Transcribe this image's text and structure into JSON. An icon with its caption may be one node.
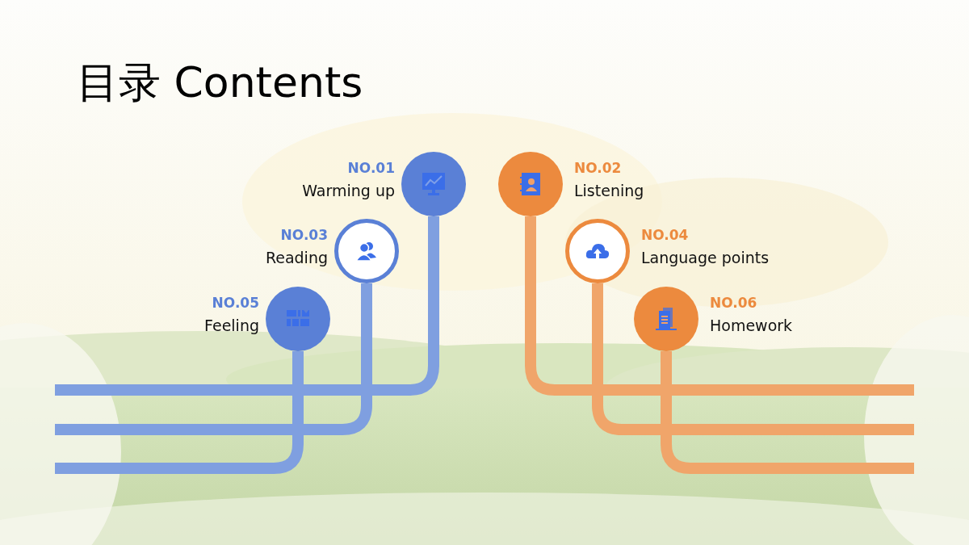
{
  "diagram": {
    "title": "目录 Contents",
    "nodes": [
      {
        "text": [],
        "shape": "circle",
        "beside": [
          "NO.01",
          "Warming up"
        ]
      },
      {
        "text": [],
        "shape": "circle",
        "beside": [
          "NO.02",
          "Listening"
        ]
      },
      {
        "text": [],
        "shape": "circle",
        "beside": [
          "NO.03",
          "Reading"
        ]
      },
      {
        "text": [],
        "shape": "circle",
        "beside": [
          "NO.04",
          "Language  points"
        ]
      },
      {
        "text": [],
        "shape": "circle",
        "beside": [
          "NO.05",
          "Feeling"
        ]
      },
      {
        "text": [],
        "shape": "circle",
        "beside": [
          "NO.06",
          "Homework"
        ]
      }
    ],
    "edges": [
      {
        "from": 0,
        "to": null,
        "arrow": "none",
        "color": "#7f9fe0"
      },
      {
        "from": 1,
        "to": null,
        "arrow": "none",
        "color": "#f0a56a"
      },
      {
        "from": 2,
        "to": null,
        "arrow": "none",
        "color": "#7f9fe0"
      },
      {
        "from": 3,
        "to": null,
        "arrow": "none",
        "color": "#f0a56a"
      },
      {
        "from": 4,
        "to": null,
        "arrow": "none",
        "color": "#7f9fe0"
      },
      {
        "from": 5,
        "to": null,
        "arrow": "none",
        "color": "#f0a56a"
      }
    ]
  }
}
